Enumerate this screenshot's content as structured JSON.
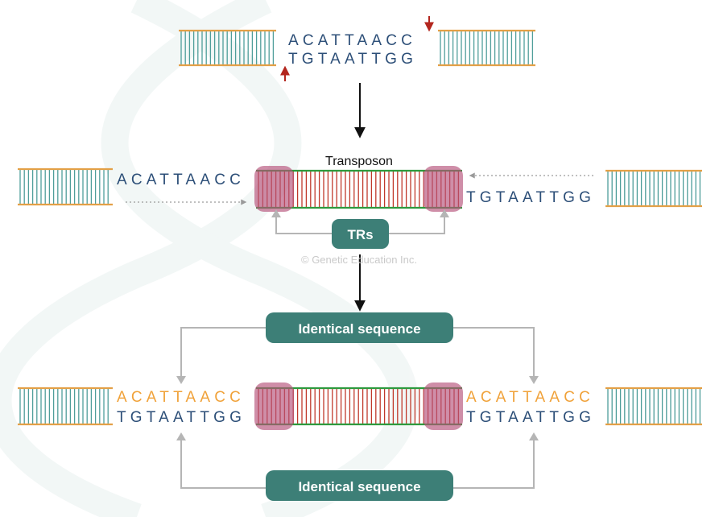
{
  "colors": {
    "sequence_blue": "#2d4f78",
    "flank_orange": "#f0a23a",
    "dna_backbone": "#e3a047",
    "dna_rung": "#4f9e9a",
    "transposon_rung": "#c0392b",
    "transposon_backbone": "#2e9a3e",
    "tr_highlight": "#b5527a",
    "pill": "#3d7f77",
    "cut_arrow": "#b3261e",
    "connector": "#b5b5b5"
  },
  "target_site": {
    "top": "ACATTAACC",
    "bottom": "TGTAATTGG"
  },
  "insertion": {
    "left_top": "ACATTAACC",
    "right_bottom": "TGTAATTGG",
    "transposon_label": "Transposon",
    "tr_label": "TRs"
  },
  "watermark": "© Genetic Education Inc.",
  "result": {
    "left_top": "ACATTAACC",
    "left_bottom": "TGTAATTGG",
    "right_top": "ACATTAACC",
    "right_bottom": "TGTAATTGG",
    "identical_top_label": "Identical sequence",
    "identical_bottom_label": "Identical sequence"
  }
}
